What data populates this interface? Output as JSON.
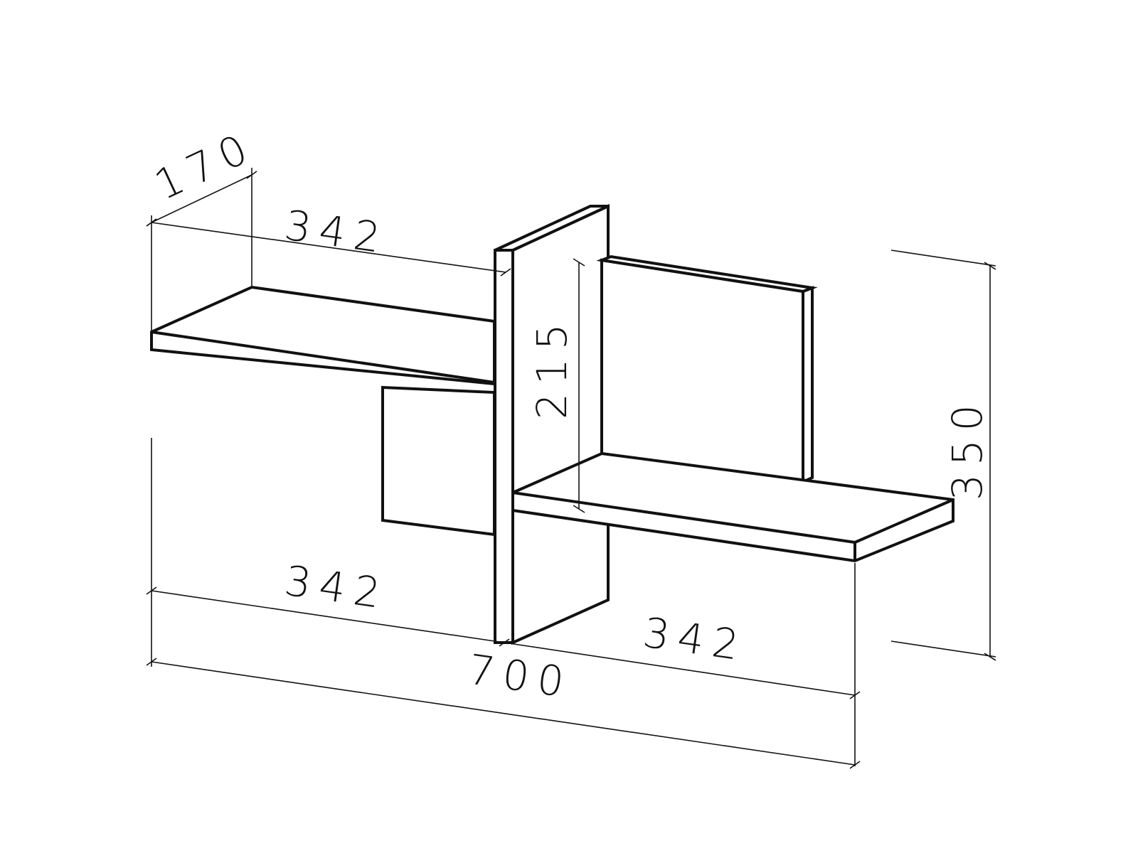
{
  "drawing": {
    "colors": {
      "line": "#111111",
      "background": "#ffffff"
    },
    "dimensions": {
      "depth": "170",
      "top_shelf_width": "342",
      "bottom_left_width": "342",
      "bottom_right_width": "342",
      "overall_width": "700",
      "inner_height": "215",
      "overall_height": "350"
    }
  }
}
